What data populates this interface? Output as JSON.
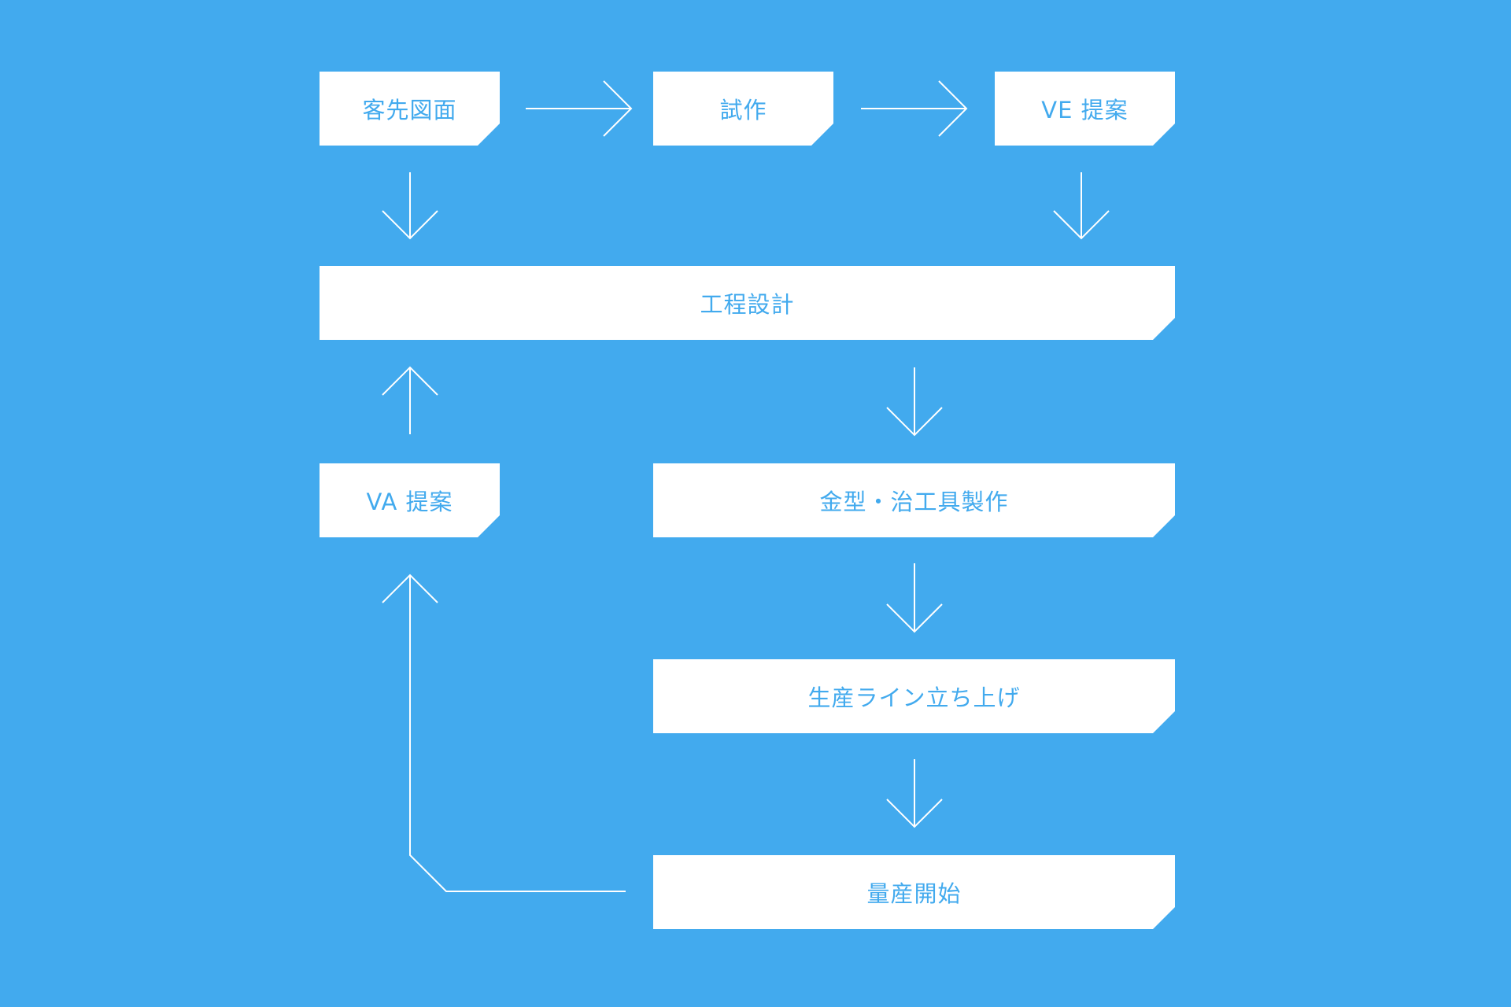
{
  "diagram": {
    "background_color": "#42aaee",
    "box_color": "#ffffff",
    "text_color": "#42aaee",
    "line_color": "#ffffff",
    "nodes": {
      "kyakusaki": "客先図面",
      "shisaku": "試作",
      "ve": "VE 提案",
      "kotei": "工程設計",
      "va": "VA 提案",
      "kanagata": "金型・治工具製作",
      "line": "生産ライン立ち上げ",
      "ryosan": "量産開始"
    },
    "edges": [
      {
        "from": "kyakusaki",
        "to": "shisaku"
      },
      {
        "from": "shisaku",
        "to": "ve"
      },
      {
        "from": "kyakusaki",
        "to": "kotei"
      },
      {
        "from": "ve",
        "to": "kotei"
      },
      {
        "from": "va",
        "to": "kotei"
      },
      {
        "from": "kotei",
        "to": "kanagata"
      },
      {
        "from": "kanagata",
        "to": "line"
      },
      {
        "from": "line",
        "to": "ryosan"
      },
      {
        "from": "ryosan",
        "to": "va"
      }
    ]
  }
}
